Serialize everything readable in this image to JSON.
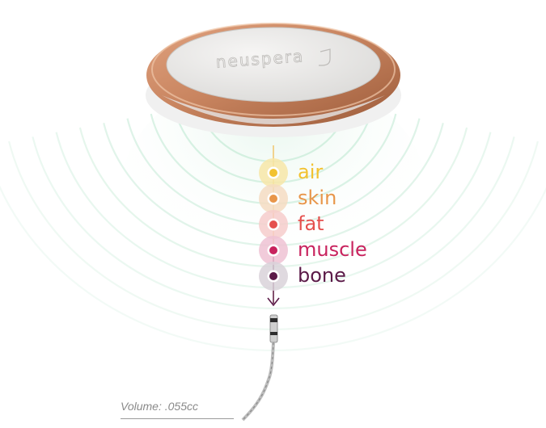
{
  "device": {
    "brand": "neuspera",
    "colors": {
      "rim": "#c98560",
      "rim_dark": "#9c5b3a",
      "face": "#ecebea",
      "wave": "#cfeedd"
    }
  },
  "layers": [
    {
      "label": "air",
      "color": "#f2c230",
      "halo": "#f7e6a8"
    },
    {
      "label": "skin",
      "color": "#e8964a",
      "halo": "#f5dcc2"
    },
    {
      "label": "fat",
      "color": "#e5504e",
      "halo": "#f6cccb"
    },
    {
      "label": "muscle",
      "color": "#c8235e",
      "halo": "#efc2d3"
    },
    {
      "label": "bone",
      "color": "#5b1a48",
      "halo": "#d9d2d9"
    }
  ],
  "implant": {
    "volume_label": "Volume: .055cc"
  }
}
